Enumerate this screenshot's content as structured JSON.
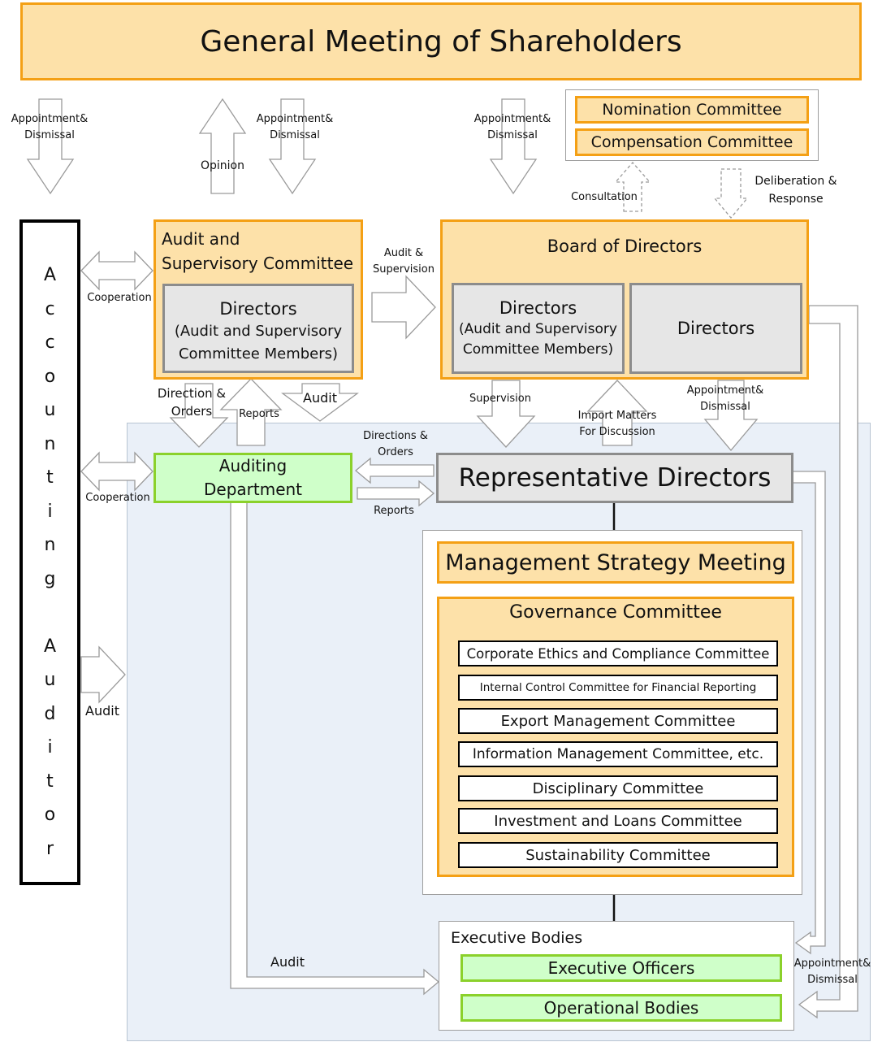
{
  "top": {
    "title": "General Meeting of Shareholders"
  },
  "committees": {
    "nomination": "Nomination Committee",
    "compensation": "Compensation Committee"
  },
  "audit_committee": {
    "title": "Audit and\nSupervisory Committee",
    "directors": "Directors",
    "members": "(Audit and  Supervisory\nCommittee Members)"
  },
  "board": {
    "title": "Board of Directors",
    "directors_a": "Directors",
    "members": "(Audit and  Supervisory\nCommittee Members)",
    "directors_b": "Directors"
  },
  "accounting_auditor": {
    "letters": [
      "A",
      "c",
      "c",
      "o",
      "u",
      "n",
      "t",
      "i",
      "n",
      "g",
      "",
      "A",
      "u",
      "d",
      "i",
      "t",
      "o",
      "r"
    ]
  },
  "auditing_department": "Auditing\nDepartment",
  "representative_directors": "Representative Directors",
  "management_strategy_meeting": "Management Strategy Meeting",
  "governance": {
    "title": "Governance Committee",
    "items": [
      "Corporate Ethics and Compliance Committee",
      "Internal Control Committee for Financial Reporting",
      "Export Management Committee",
      "Information Management Committee, etc.",
      "Disciplinary Committee",
      "Investment and Loans Committee",
      "Sustainability Committee"
    ]
  },
  "executive": {
    "title": "Executive Bodies",
    "officers": "Executive Officers",
    "operational": "Operational Bodies"
  },
  "labels": {
    "appt1": "Appointment&\nDismissal",
    "opinion": "Opinion",
    "appt2": "Appointment&\nDismissal",
    "appt3": "Appointment&\nDismissal",
    "consultation": "Consultation",
    "deliberation": "Deliberation &\nResponse",
    "cooperation1": "Cooperation",
    "audit_supervision": "Audit &\nSupervision",
    "direction_orders": "Direction &\nOrders",
    "reports1": "Reports",
    "audit1": "Audit",
    "supervision": "Supervision",
    "import_matters": "Import Matters\nFor Discussion",
    "appt4": "Appointment&\nDismissal",
    "directions_orders": "Directions &\nOrders",
    "cooperation2": "Cooperation",
    "reports2": "Reports",
    "audit2": "Audit",
    "audit3": "Audit",
    "appt5": "Appointment&\nDismissal"
  }
}
